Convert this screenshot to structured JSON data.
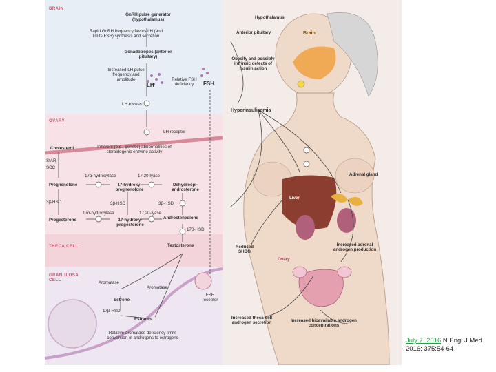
{
  "sections": {
    "brain": "BRAIN",
    "ovary": "OVARY",
    "theca": "THECA CELL",
    "granulosa": "GRANULOSA CELL"
  },
  "brain_labels": {
    "gnrh_generator": "GnRH pulse generator (hypothalamus)",
    "rapid_gnrh": "Rapid GnRH frequency favors LH (and limits FSH) synthesis and secretion",
    "gonadotropes": "Gonadotropes (anterior pituitary)",
    "increased_lh": "Increased LH pulse frequency and amplitude",
    "relative_fsh": "Relative FSH deficiency",
    "lh": "LH",
    "fsh": "FSH",
    "lh_excess": "LH excess"
  },
  "ovary_labels": {
    "lh_receptor": "LH receptor",
    "cholesterol": "Cholesterol",
    "star": "StAR",
    "scc": "SCC",
    "inherent": "Inherent (e.g., genetic) abnormalities of steroidogenic enzyme activity",
    "hydroxylase_17a": "17α-hydroxylase",
    "lyase_1": "17,20-lyase",
    "pregnenolone": "Pregnenolone",
    "hydroxypregnenolone": "17-hydroxy-pregnenolone",
    "dhea": "Dehydroepi-androsterone",
    "hsd3b_1": "3β-HSD",
    "hsd3b_2": "3β-HSD",
    "hsd3b_3": "3β-HSD",
    "hydroxylase_2": "17α-hydroxylase",
    "lyase_2": "17,20-lyase",
    "progesterone": "Progesterone",
    "hydroxyprogesterone": "17-hydroxy-progesterone",
    "androstenedione": "Androstenedione",
    "hsd17b": "17β-HSD",
    "testosterone": "Testosterone"
  },
  "granulosa_labels": {
    "aromatase_1": "Aromatase",
    "aromatase_2": "Aromatase",
    "estrone": "Estrone",
    "hsd17b": "17β-HSD",
    "estradiol": "Estradiol",
    "fsh_receptor": "FSH receptor",
    "relative_deficiency": "Relative aromatase deficiency limits conversion of androgens to estrogens"
  },
  "body_labels": {
    "hypothalamus": "Hypothalamus",
    "anterior_pituitary": "Anterior pituitary",
    "brain": "Brain",
    "obesity": "Obesity and possibly intrinsic defects of insulin action",
    "hyperinsulinemia": "Hyperinsulinemia",
    "adrenal_gland": "Adrenal gland",
    "liver": "Liver",
    "reduced_shbg": "Reduced SHBG",
    "increased_adrenal": "Increased adrenal androgen production",
    "ovary": "Ovary",
    "increased_theca": "Increased theca-cell androgen secretion",
    "increased_bio": "Increased bioavailable androgen concentrations"
  },
  "caption": {
    "link": "July 7, 2016",
    "text": " N Engl J Med 2016; 375:54-64"
  }
}
